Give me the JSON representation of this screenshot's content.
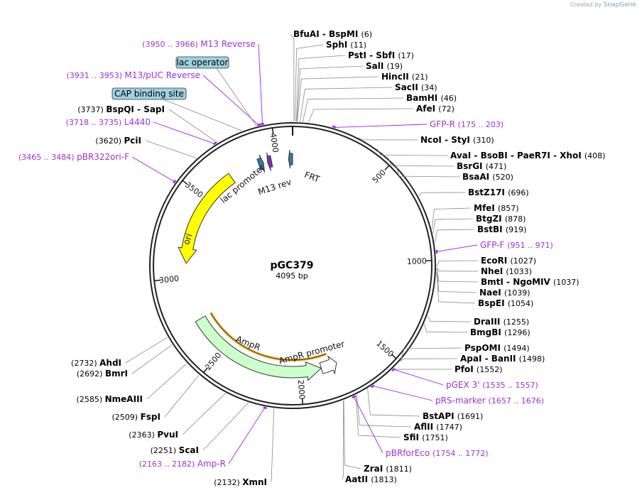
{
  "credit": {
    "prefix": "Created by",
    "brand": "SnapGene"
  },
  "plasmid": {
    "name": "pGC379",
    "size_label": "4095 bp",
    "length": 4095
  },
  "ticks": [
    {
      "pos": 500,
      "label": "500"
    },
    {
      "pos": 1000,
      "label": "1000"
    },
    {
      "pos": 1500,
      "label": "1500"
    },
    {
      "pos": 2000,
      "label": "2000"
    },
    {
      "pos": 2500,
      "label": "2500"
    },
    {
      "pos": 3000,
      "label": "3000"
    },
    {
      "pos": 3500,
      "label": "3500"
    },
    {
      "pos": 4000,
      "label": "4000"
    }
  ],
  "features": [
    {
      "name": "ori",
      "label": "ori",
      "start": 3085,
      "end": 3700,
      "dir": "rev",
      "color": "#ffff00"
    },
    {
      "name": "AmpR",
      "label": "AmpR",
      "start": 1870,
      "end": 2730,
      "dir": "rev",
      "color": "#ccffcc"
    },
    {
      "name": "AmpR-promoter",
      "label": "AmpR promoter",
      "start": 1770,
      "end": 1870,
      "dir": "rev",
      "color": "#ffffff"
    },
    {
      "name": "FRT",
      "label": "FRT",
      "start": 4070,
      "end": 4095,
      "dir": "rev",
      "color": "#2f7da0"
    },
    {
      "name": "lac-promoter",
      "label": "lac promoter",
      "start": 3885,
      "end": 3915,
      "dir": "fwd",
      "color": "#2f7da0"
    },
    {
      "name": "M13-rev",
      "label": "M13 rev",
      "start": 3940,
      "end": 3965,
      "dir": "rev",
      "color": "#7b2fbe"
    }
  ],
  "enzymes_right": [
    {
      "name": "BfuAI - BspMI",
      "pos": 6,
      "num": "(6)"
    },
    {
      "name": "SphI",
      "pos": 11,
      "num": "(11)"
    },
    {
      "name": "PstI - SbfI",
      "pos": 17,
      "num": "(17)"
    },
    {
      "name": "SalI",
      "pos": 19,
      "num": "(19)"
    },
    {
      "name": "HincII",
      "pos": 21,
      "num": "(21)"
    },
    {
      "name": "SacII",
      "pos": 34,
      "num": "(34)"
    },
    {
      "name": "BamHI",
      "pos": 46,
      "num": "(46)"
    },
    {
      "name": "AfeI",
      "pos": 72,
      "num": "(72)"
    },
    {
      "name": "NcoI - StyI",
      "pos": 310,
      "num": "(310)"
    },
    {
      "name": "AvaI - BsoBI - PaeR7I - XhoI",
      "pos": 408,
      "num": "(408)"
    },
    {
      "name": "BsrGI",
      "pos": 471,
      "num": "(471)"
    },
    {
      "name": "BsaAI",
      "pos": 520,
      "num": "(520)"
    },
    {
      "name": "BstZ17I",
      "pos": 696,
      "num": "(696)"
    },
    {
      "name": "MfeI",
      "pos": 857,
      "num": "(857)"
    },
    {
      "name": "BtgZI",
      "pos": 878,
      "num": "(878)"
    },
    {
      "name": "BstBI",
      "pos": 919,
      "num": "(919)"
    },
    {
      "name": "EcoRI",
      "pos": 1027,
      "num": "(1027)"
    },
    {
      "name": "NheI",
      "pos": 1033,
      "num": "(1033)"
    },
    {
      "name": "BmtI - NgoMIV",
      "pos": 1037,
      "num": "(1037)"
    },
    {
      "name": "NaeI",
      "pos": 1039,
      "num": "(1039)"
    },
    {
      "name": "BspEI",
      "pos": 1054,
      "num": "(1054)"
    },
    {
      "name": "DraIII",
      "pos": 1255,
      "num": "(1255)"
    },
    {
      "name": "BmgBI",
      "pos": 1296,
      "num": "(1296)"
    },
    {
      "name": "PspOMI",
      "pos": 1494,
      "num": "(1494)"
    },
    {
      "name": "ApaI - BanII",
      "pos": 1498,
      "num": "(1498)"
    },
    {
      "name": "PfoI",
      "pos": 1552,
      "num": "(1552)"
    },
    {
      "name": "BstAPI",
      "pos": 1691,
      "num": "(1691)"
    },
    {
      "name": "AflII",
      "pos": 1747,
      "num": "(1747)"
    },
    {
      "name": "SfiI",
      "pos": 1751,
      "num": "(1751)"
    },
    {
      "name": "ZraI",
      "pos": 1811,
      "num": "(1811)"
    },
    {
      "name": "AatII",
      "pos": 1813,
      "num": "(1813)"
    }
  ],
  "enzymes_left": [
    {
      "name": "BspQI - SapI",
      "pos": 3737,
      "num": "(3737)"
    },
    {
      "name": "PciI",
      "pos": 3620,
      "num": "(3620)"
    },
    {
      "name": "AhdI",
      "pos": 2732,
      "num": "(2732)"
    },
    {
      "name": "BmrI",
      "pos": 2692,
      "num": "(2692)"
    },
    {
      "name": "NmeAIII",
      "pos": 2585,
      "num": "(2585)"
    },
    {
      "name": "FspI",
      "pos": 2509,
      "num": "(2509)"
    },
    {
      "name": "PvuI",
      "pos": 2363,
      "num": "(2363)"
    },
    {
      "name": "ScaI",
      "pos": 2251,
      "num": "(2251)"
    },
    {
      "name": "XmnI",
      "pos": 2132,
      "num": "(2132)"
    }
  ],
  "primers": [
    {
      "name": "M13 Reverse",
      "range": "(3950 .. 3966)",
      "pos": 3958,
      "side": "left"
    },
    {
      "name": "M13/pUC Reverse",
      "range": "(3931 .. 3953)",
      "pos": 3942,
      "side": "left"
    },
    {
      "name": "L4440",
      "range": "(3718 .. 3735)",
      "pos": 3726,
      "side": "left"
    },
    {
      "name": "pBR322ori-F",
      "range": "(3465 .. 3484)",
      "pos": 3474,
      "side": "left"
    },
    {
      "name": "Amp-R",
      "range": "(2163 .. 2182)",
      "pos": 2172,
      "side": "left"
    },
    {
      "name": "GFP-R",
      "range": "(175 .. 203)",
      "pos": 189,
      "side": "right"
    },
    {
      "name": "GFP-F",
      "range": "(951 .. 971)",
      "pos": 961,
      "side": "right"
    },
    {
      "name": "pGEX 3'",
      "range": "(1535 .. 1557)",
      "pos": 1546,
      "side": "right"
    },
    {
      "name": "pRS-marker",
      "range": "(1657 .. 1676)",
      "pos": 1666,
      "side": "right"
    },
    {
      "name": "pBRforEco",
      "range": "(1754 .. 1772)",
      "pos": 1763,
      "side": "right"
    }
  ],
  "boxed_features": [
    {
      "name": "lac operator",
      "pos": 3930
    },
    {
      "name": "CAP binding site",
      "pos": 3860
    }
  ],
  "colors": {
    "primer": "#a020f0",
    "primer_text": "#a030d8",
    "enzyme_line": "#8a8a8a",
    "box_fill": "#9fd1df",
    "amp_band": "#f0a400"
  }
}
